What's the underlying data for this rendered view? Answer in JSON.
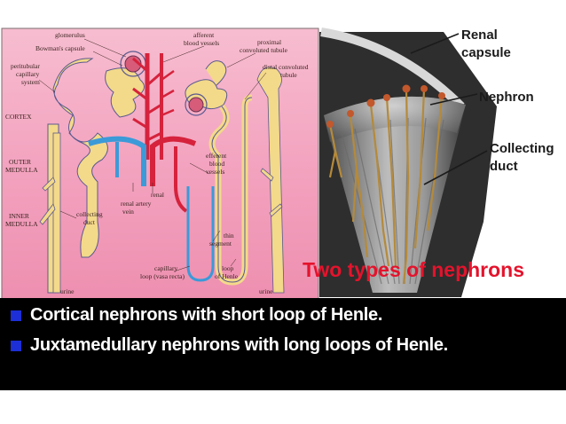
{
  "left_diagram": {
    "labels": {
      "glomerulus": "glomerulus",
      "bowmans_capsule": "Bowman's capsule",
      "afferent": "afferent",
      "blood_vessels": "blood vessels",
      "proximal": "proximal",
      "convoluted_tubule": "convoluted tubule",
      "peritubular": "peritubular",
      "capillary": "capillary",
      "system": "system",
      "distal_convoluted": "distal convoluted",
      "tubule": "tubule",
      "cortex": "CORTEX",
      "outer": "OUTER",
      "medulla_outer": "MEDULLA",
      "inner": "INNER",
      "medulla_inner": "MEDULLA",
      "renal": "renal",
      "renal_artery": "renal  artery",
      "vein": "vein",
      "efferent": "efferent",
      "blood": "blood",
      "vessels": "vessels",
      "collecting": "collecting",
      "duct": "duct",
      "thin": "thin",
      "segment": "segment",
      "capillary2": "capillary",
      "loop_vasa_recta": "loop (vasa recta)",
      "loop": "loop",
      "of_henle": "of Henle",
      "urine_left": "urine",
      "urine_right": "urine"
    },
    "colors": {
      "background": "#f2a3bd",
      "tubule_fill": "#f3d98a",
      "tubule_stroke": "#4a4a8a",
      "artery": "#d6223c",
      "vein": "#3b9ad8"
    }
  },
  "right_photo": {
    "labels": {
      "renal_capsule_1": "Renal",
      "renal_capsule_2": "capsule",
      "nephron": "Nephron",
      "collecting_1": "Collecting",
      "collecting_2": "duct"
    },
    "title": "Two types of nephrons",
    "colors": {
      "title": "#e4132c"
    }
  },
  "bullets": [
    {
      "text": "Cortical nephrons with short loop of Henle."
    },
    {
      "text": "Juxtamedullary nephrons with long loops of Henle."
    }
  ],
  "colors": {
    "bullet": "#1d2fd6",
    "band": "#000000"
  }
}
